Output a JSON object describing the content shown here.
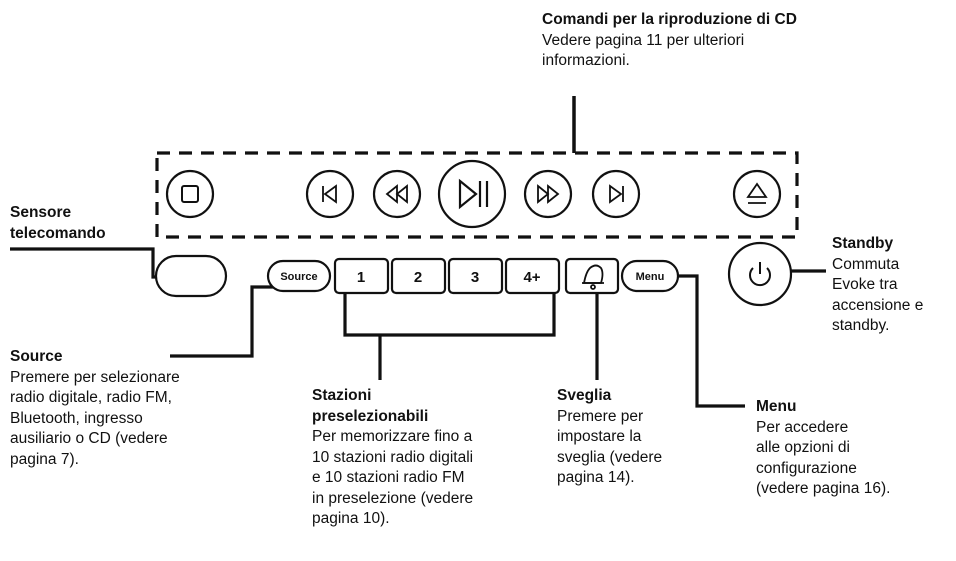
{
  "cd_controls": {
    "title": "Comandi per la riproduzione di CD",
    "desc": "Vedere pagina 11 per ulteriori\ninformazioni."
  },
  "remote_sensor": {
    "title": "Sensore\ntelecomando"
  },
  "standby": {
    "title": "Standby",
    "desc": "Commuta\nEvoke tra\naccensione e\nstandby."
  },
  "source": {
    "title": "Source",
    "desc": "Premere per selezionare\nradio digitale, radio FM,\nBluetooth, ingresso\nausiliario o CD (vedere\npagina 7)."
  },
  "presets": {
    "title": "Stazioni\npreselezionabili",
    "desc": "Per memorizzare fino a\n10 stazioni radio digitali\ne 10 stazioni radio FM\nin preselezione (vedere\npagina 10)."
  },
  "alarm": {
    "title": "Sveglia",
    "desc": "Premere per\nimpostare la\nsveglia (vedere\npagina 14)."
  },
  "menu": {
    "title": "Menu",
    "desc": "Per accedere\nalle opzioni di\nconfigurazione\n(vedere pagina 16)."
  },
  "buttons": {
    "source": "Source",
    "preset_1": "1",
    "preset_2": "2",
    "preset_3": "3",
    "preset_4": "4+",
    "menu": "Menu"
  },
  "icons": {
    "stop": "stop-icon",
    "previous": "skip-previous-icon",
    "rewind": "rewind-icon",
    "play_pause": "play-pause-icon",
    "fast_forward": "fast-forward-icon",
    "next": "skip-next-icon",
    "eject": "eject-icon",
    "alarm": "bell-icon",
    "power": "power-icon"
  },
  "colors": {
    "ink": "#111111",
    "background": "#ffffff"
  }
}
